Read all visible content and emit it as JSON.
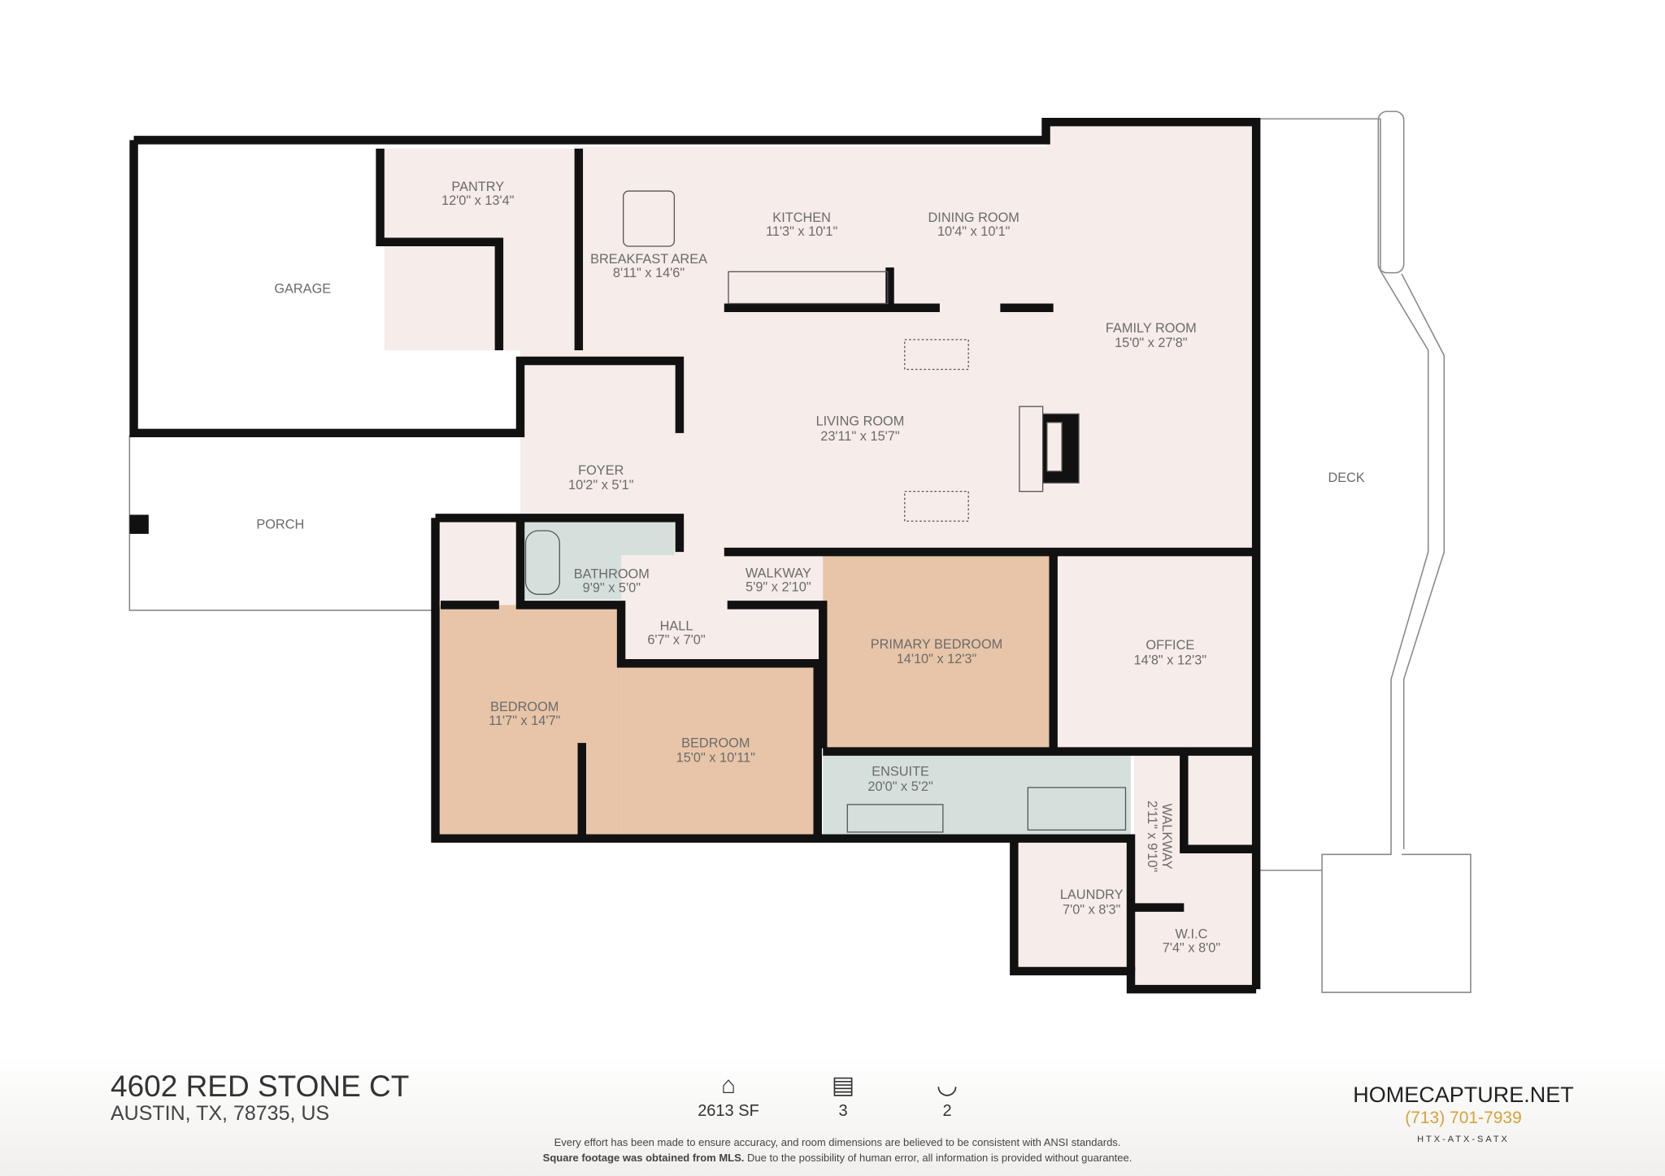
{
  "rooms": {
    "garage": {
      "name": "GARAGE"
    },
    "pantry": {
      "name": "PANTRY",
      "dims": "12'0\" x 13'4\""
    },
    "kitchen": {
      "name": "KITCHEN",
      "dims": "11'3\" x 10'1\""
    },
    "dining": {
      "name": "DINING ROOM",
      "dims": "10'4\" x 10'1\""
    },
    "breakfast": {
      "name": "BREAKFAST AREA",
      "dims": "8'11\" x 14'6\""
    },
    "family": {
      "name": "FAMILY ROOM",
      "dims": "15'0\" x 27'8\""
    },
    "living": {
      "name": "LIVING ROOM",
      "dims": "23'11\" x 15'7\""
    },
    "foyer": {
      "name": "FOYER",
      "dims": "10'2\" x 5'1\""
    },
    "porch": {
      "name": "PORCH"
    },
    "deck": {
      "name": "DECK"
    },
    "bathroom": {
      "name": "BATHROOM",
      "dims": "9'9\" x 5'0\""
    },
    "walkway1": {
      "name": "WALKWAY",
      "dims": "5'9\" x 2'10\""
    },
    "hall": {
      "name": "HALL",
      "dims": "6'7\" x 7'0\""
    },
    "primary": {
      "name": "PRIMARY BEDROOM",
      "dims": "14'10\" x 12'3\""
    },
    "office": {
      "name": "OFFICE",
      "dims": "14'8\" x 12'3\""
    },
    "bedroom1": {
      "name": "BEDROOM",
      "dims": "11'7\" x 14'7\""
    },
    "bedroom2": {
      "name": "BEDROOM",
      "dims": "15'0\" x 10'11\""
    },
    "ensuite": {
      "name": "ENSUITE",
      "dims": "20'0\" x 5'2\""
    },
    "walkway2": {
      "name": "WALKWAY",
      "dims": "2'11\" x 9'10\""
    },
    "laundry": {
      "name": "LAUNDRY",
      "dims": "7'0\" x 8'3\""
    },
    "wic": {
      "name": "W.I.C",
      "dims": "7'4\" x 8'0\""
    }
  },
  "colors": {
    "room": "#f6ece9",
    "bedroom": "#e8c5a8",
    "wet": "#d5e0dd",
    "wall": "#111111",
    "accent": "#d6a23a"
  },
  "footer": {
    "address_line1": "4602 RED STONE CT",
    "address_line2": "AUSTIN, TX, 78735, US",
    "stats": [
      {
        "icon": "house-icon",
        "value": "2613 SF"
      },
      {
        "icon": "bed-icon",
        "value": "3"
      },
      {
        "icon": "bathtub-icon",
        "value": "2"
      }
    ],
    "disclaimer1": "Every effort has been made to ensure accuracy, and room dimensions are believed to be consistent with ANSI standards.",
    "disclaimer2_bold": "Square footage was obtained from MLS.",
    "disclaimer2_rest": " Due to the possibility of human error, all information is provided without guarantee.",
    "brand": "HOMECAPTURE.NET",
    "phone": "(713) 701-7939",
    "tagline": "HTX-ATX-SATX"
  }
}
